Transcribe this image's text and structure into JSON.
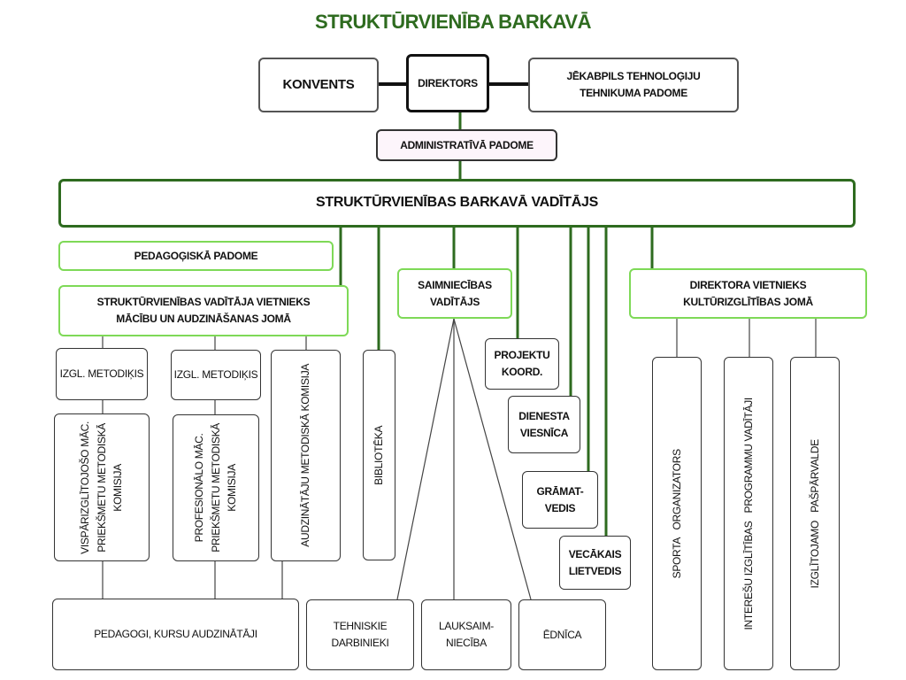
{
  "title": "STRUKTŪRVIENĪBA BARKAVĀ",
  "colors": {
    "title": "#2e6b1f",
    "dark_green": "#2e6b1f",
    "light_green": "#7ed957",
    "admin_bg": "#fdf5fb"
  },
  "nodes": {
    "konvents": "KONVENTS",
    "direktors": "DIREKTORS",
    "padome": [
      "JĒKABPILS TEHNOLOĢIJU",
      "TEHNIKUMA PADOME"
    ],
    "admin": "ADMINISTRATĪVĀ PADOME",
    "vaditajs": "STRUKTŪRVIENĪBAS BARKAVĀ VADĪTĀJS",
    "pedagogiska": "PEDAGOĢISKĀ PADOME",
    "vietnieks": [
      "STRUKTŪRVIENĪBAS VADĪTĀJA VIETNIEKS",
      "MĀCĪBU UN AUDZINĀŠANAS JOMĀ"
    ],
    "metodikis1": "IZGL. METODIĶIS",
    "metodikis2": "IZGL. METODIĶIS",
    "audzinataju": "AUDZINĀTĀJU METODISKĀ KOMISIJA",
    "vispar": [
      "VISPĀRIZGLĪTOJOŠO MĀC.",
      "PRIEKŠMETU METODISKĀ",
      "KOMISIJA"
    ],
    "prof": [
      "PROFESIONĀLO  MĀC.",
      "PRIEKŠMETU METODISKĀ",
      "KOMISIJA"
    ],
    "pedagogi": "PEDAGOGI, KURSU AUDZINĀTĀJI",
    "biblioteka": "BIBLIOTĒKA",
    "saimniecibas": [
      "SAIMNIECĪBAS",
      "VADĪTĀJS"
    ],
    "projektu": [
      "PROJEKTU",
      "KOORD."
    ],
    "dienesta": [
      "DIENESTA",
      "VIESNĪCA"
    ],
    "gramatvedis": [
      "GRĀMAT-",
      "VEDIS"
    ],
    "lietvedis": [
      "VECĀKAIS",
      "LIETVEDIS"
    ],
    "tehniskie": [
      "TEHNISKIE",
      "DARBINIEKI"
    ],
    "lauksaim": [
      "LAUKSAIM-",
      "NIECĪBA"
    ],
    "ednica": "ĒDNĪCA",
    "kultur": [
      "DIREKTORA VIETNIEKS",
      "KULTŪRIZGLĪTĪBAS JOMĀ"
    ],
    "sporta": "SPORTA   ORGANIZATORS",
    "interesu": "INTEREŠU IZGLĪTĪBAS   PROGRAMMU VADĪTĀJI",
    "izglitojamo": "IZGLĪTOJAMO   PAŠPĀRVALDE"
  }
}
